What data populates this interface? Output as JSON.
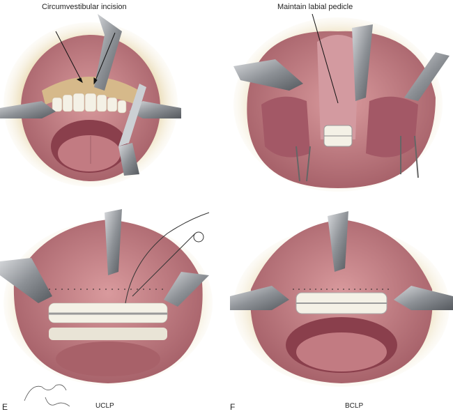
{
  "labels": {
    "top_left": "Circumvestibular incision",
    "top_right": "Maintain labial pedicle",
    "panel_e": "E",
    "panel_e_caption": "UCLP",
    "panel_f": "F",
    "panel_f_caption": "BCLP"
  },
  "signature": "Winn",
  "colors": {
    "lip": "#b9747a",
    "gum": "#c98287",
    "retractor": "#8f9398",
    "skin": "#eadbb4",
    "tooth": "#f4f1e6",
    "tongue": "#b86f78"
  }
}
